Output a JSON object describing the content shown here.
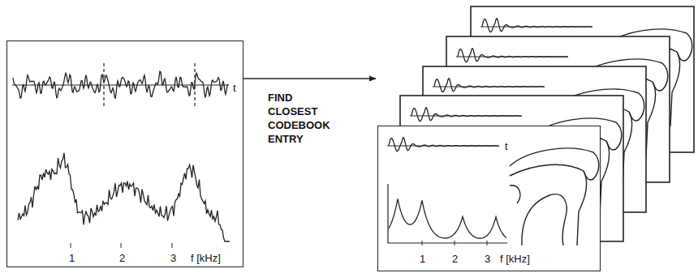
{
  "diagram": {
    "nodes": [
      {
        "text": [
          "t",
          "1",
          "2",
          "3",
          "f [kHz]"
        ]
      },
      {
        "text": [
          "t",
          "1",
          "2",
          "3",
          "f [kHz]"
        ]
      }
    ],
    "edges": [
      {
        "from": 0,
        "to": 1,
        "arrow": "to",
        "label": "FIND CLOSEST CODEBOOK ENTRY"
      }
    ]
  }
}
